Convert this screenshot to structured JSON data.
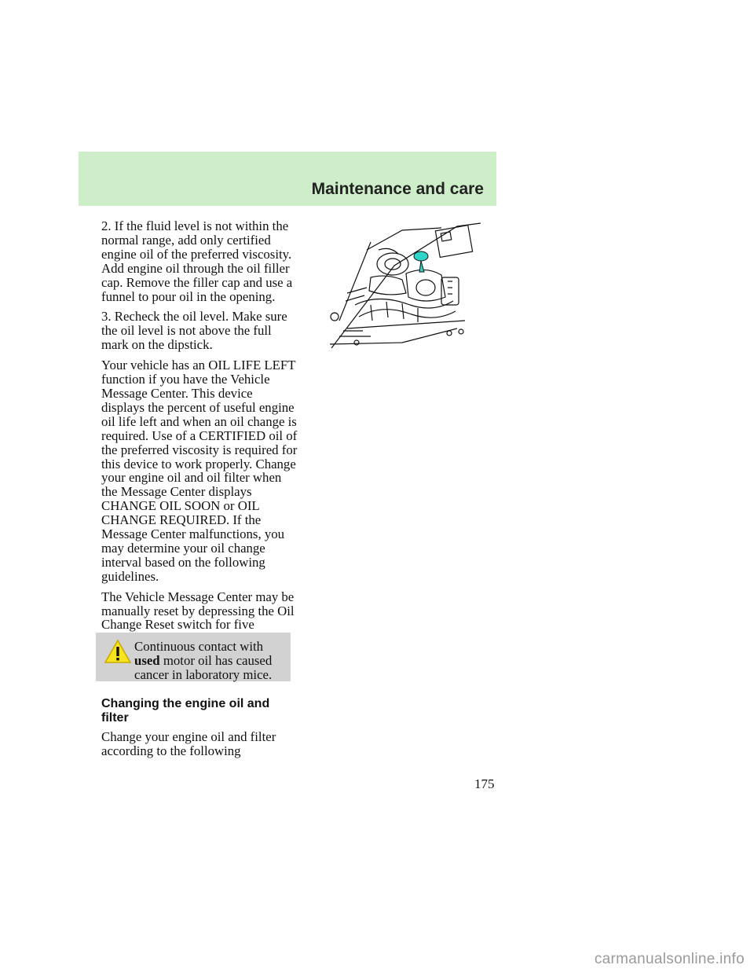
{
  "header": {
    "section_title": "Maintenance and care"
  },
  "body": {
    "paragraphs": [
      "2. If the fluid level is not within the normal range, add only certified engine oil of the preferred viscosity. Add engine oil through the oil filler cap. Remove the filler cap and use a funnel to pour oil in the opening.",
      "3. Recheck the oil level. Make sure the oil level is not above the full mark on the dipstick.",
      "Your vehicle has an OIL LIFE LEFT function if you have the Vehicle Message Center. This device displays the percent of useful engine oil life left and when an oil change is required. Use of a CERTIFIED oil of the preferred viscosity is required for this device to work properly. Change your engine oil and oil filter when the Message Center displays CHANGE OIL SOON or OIL CHANGE REQUIRED. If the Message Center malfunctions, you may determine your oil change interval based on the following guidelines.",
      "The Vehicle Message Center may be manually reset by depressing the Oil Change Reset switch for five seconds."
    ]
  },
  "warning": {
    "line1": "Continuous contact with",
    "bold_word": "used",
    "rest": " motor oil has caused cancer in laboratory mice.",
    "icon": "warning-triangle-icon"
  },
  "subheading": "Changing the engine oil and filter",
  "tail_paragraph": "Change your engine oil and filter according to the following",
  "illustration": {
    "icon": "engine-compartment-illustration",
    "highlight_color": "#2fd3c8"
  },
  "footer": {
    "page_number": "175",
    "watermark": "carmanualsonline.info"
  },
  "colors": {
    "header_band": "#cdeec8",
    "warning_box": "#d2d2d2"
  }
}
